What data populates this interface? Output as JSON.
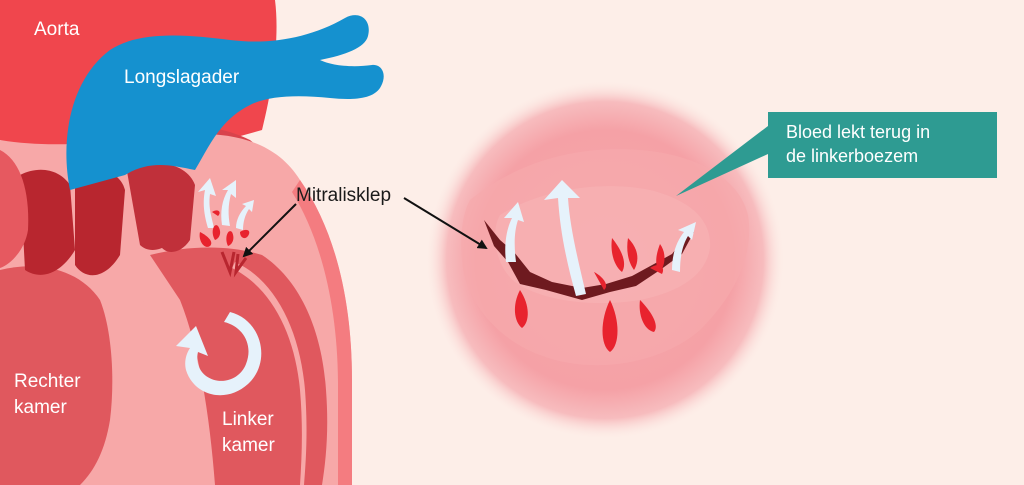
{
  "labels": {
    "aorta": "Aorta",
    "pulmonary_artery": "Longslagader",
    "mitral_valve": "Mitralisklep",
    "right_ventricle": [
      "Rechter",
      "kamer"
    ],
    "left_ventricle": [
      "Linker",
      "kamer"
    ]
  },
  "callout": {
    "lines": [
      "Bloed lekt terug in",
      "de linkerboezem"
    ]
  },
  "colors": {
    "background": "#fdeee8",
    "aorta": "#f0464d",
    "pulmonary_artery": "#1591cf",
    "muscle": "#e0585e",
    "chamber_wall": "#f7a8a8",
    "valve": "#6e1a1f",
    "blood_drop": "#e8232e",
    "flow_arrow": "#e6f2fb",
    "callout": "#2e9b92"
  },
  "icons": [
    "circular-flow-arrow-icon",
    "backflow-arrow-icon",
    "blood-drop-icon"
  ]
}
